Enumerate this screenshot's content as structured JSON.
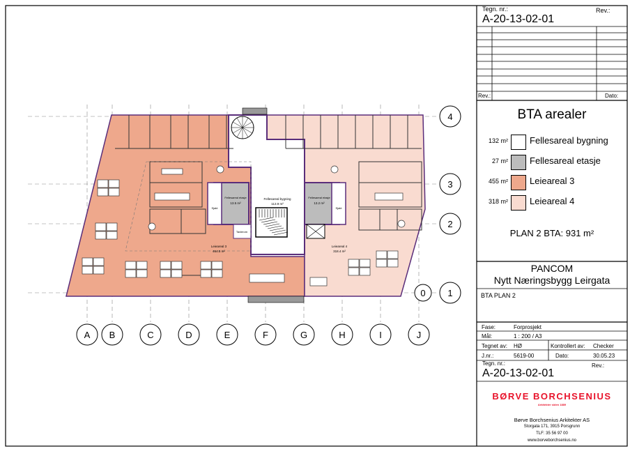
{
  "title_block": {
    "drawing_no_label": "Tegn. nr.:",
    "drawing_no": "A-20-13-02-01",
    "rev_label": "Rev.:",
    "revision_table": {
      "rev_label": "Rev.:",
      "date_label": "Dato:"
    },
    "legend": {
      "title": "BTA arealer",
      "items": [
        {
          "area": "132 m²",
          "label": "Fellesareal bygning",
          "color": "#ffffff"
        },
        {
          "area": "27 m²",
          "label": "Fellesareal etasje",
          "color": "#bcbcbc"
        },
        {
          "area": "455 m²",
          "label": "Leieareal 3",
          "color": "#eea88c"
        },
        {
          "area": "318 m²",
          "label": "Leieareal 4",
          "color": "#f9dbd0"
        }
      ],
      "total": "PLAN 2 BTA: 931 m²"
    },
    "client": "PANCOM",
    "project": "Nytt Næringsbygg Leirgata",
    "sheet_title": "BTA PLAN 2",
    "phase_label": "Fase:",
    "phase": "Forprosjekt",
    "scale_label": "Mål:",
    "scale": "1 : 200 / A3",
    "drawn_by_label": "Tegnet av:",
    "drawn_by": "HØ",
    "checked_by_label": "Kontrollert av:",
    "checked_by": "Checker",
    "job_no_label": "J.nr.:",
    "job_no": "5619-00",
    "date_label": "Dato:",
    "date": "30.05.23",
    "firm_logo": "BØRVE BORCHSENIUS",
    "firm_tagline": "Arkitekter siden 1889",
    "firm_name": "Børve Borchsenius Arkitekter AS",
    "firm_address": "Storgata 171, 3915 Porsgrunn",
    "firm_phone": "TLF: 35  56 97 00",
    "firm_web": "www.borveborchsenius.no"
  },
  "plan": {
    "grid_columns": [
      "A",
      "B",
      "C",
      "D",
      "E",
      "F",
      "G",
      "H",
      "I",
      "J"
    ],
    "grid_rows": [
      "4",
      "3",
      "2",
      "1",
      "0"
    ],
    "labels": {
      "fellesareal_bygning": "Fellesareal bygning",
      "fellesareal_bygning_area": "113.9 m²",
      "fellesareal_etasje_left": "Fellesareal etasje",
      "fellesareal_etasje_left_area": "13.5 m²",
      "fellesareal_etasje_right": "Fellesareal etasje",
      "fellesareal_etasje_right_area": "13.2 m²",
      "sjakt": "Sjakt",
      "tavlerom": "Tavlerom",
      "leieareal_3": "Leieareal 3",
      "leieareal_3_area": "464.5 m²",
      "leieareal_4": "Leieareal 4",
      "leieareal_4_area": "318.4 m²"
    }
  }
}
